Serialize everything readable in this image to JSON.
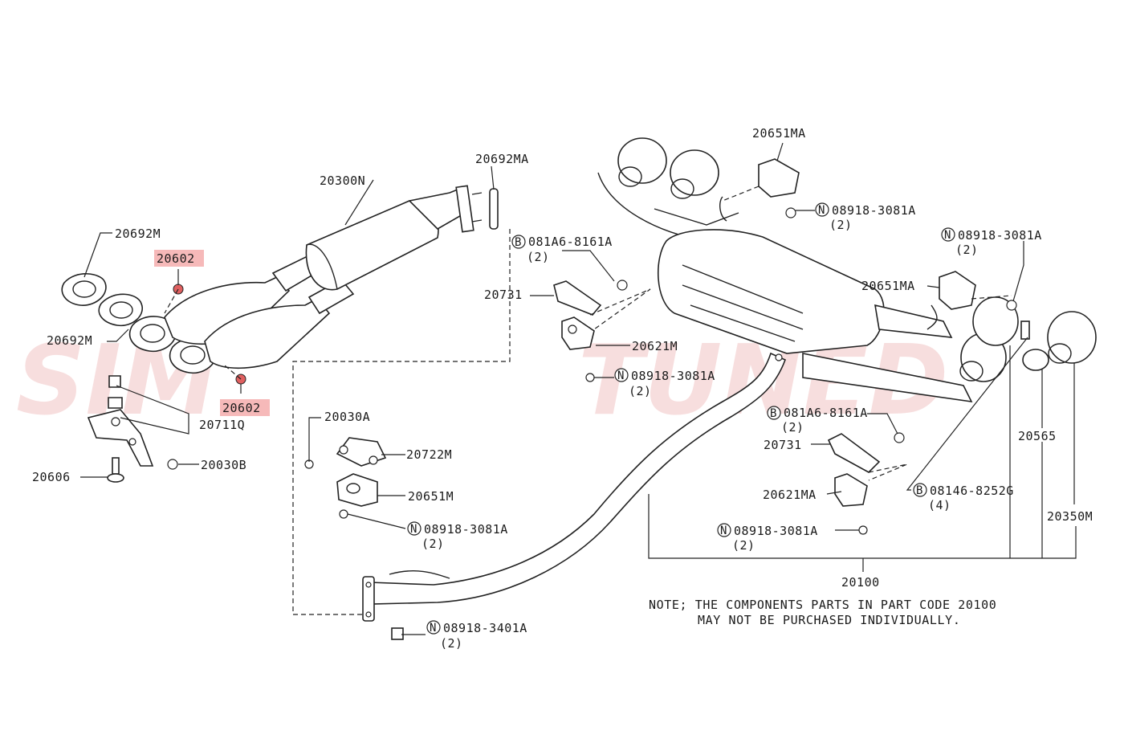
{
  "watermark": {
    "left": "SIM",
    "right": "TUNED",
    "color": "#f2c4c4"
  },
  "highlight_color": "#f6b9b9",
  "labels": {
    "l_20300N": "20300N",
    "l_20692MA": "20692MA",
    "l_20692M_top": "20692M",
    "l_20602_top": "20602",
    "l_20692M_left": "20692M",
    "l_20602_bot": "20602",
    "l_20711Q": "20711Q",
    "l_20606": "20606",
    "l_20030B": "20030B",
    "l_081A6_a": "081A6-8161A",
    "l_081A6_a_qty": "(2)",
    "l_20731_a": "20731",
    "l_20621M": "20621M",
    "l_08918_a": "08918-3081A",
    "l_08918_a_qty": "(2)",
    "l_20030A": "20030A",
    "l_20722M": "20722M",
    "l_20651M": "20651M",
    "l_08918_b": "08918-3081A",
    "l_08918_b_qty": "(2)",
    "l_08918_3401": "08918-3401A",
    "l_08918_3401_qty": "(2)",
    "l_20651MA_top": "20651MA",
    "l_08918_c": "08918-3081A",
    "l_08918_c_qty": "(2)",
    "l_08918_d": "08918-3081A",
    "l_08918_d_qty": "(2)",
    "l_20651MA_mid": "20651MA",
    "l_081A6_b": "081A6-8161A",
    "l_081A6_b_qty": "(2)",
    "l_20731_b": "20731",
    "l_20621MA": "20621MA",
    "l_08918_e": "08918-3081A",
    "l_08918_e_qty": "(2)",
    "l_08146": "08146-8252G",
    "l_08146_qty": "(4)",
    "l_20565": "20565",
    "l_20350M": "20350M",
    "l_20100": "20100"
  },
  "prefix": {
    "N": "N",
    "B": "B"
  },
  "note": {
    "line1": "NOTE; THE COMPONENTS PARTS IN PART CODE 20100",
    "line2": "MAY NOT BE PURCHASED INDIVIDUALLY."
  }
}
